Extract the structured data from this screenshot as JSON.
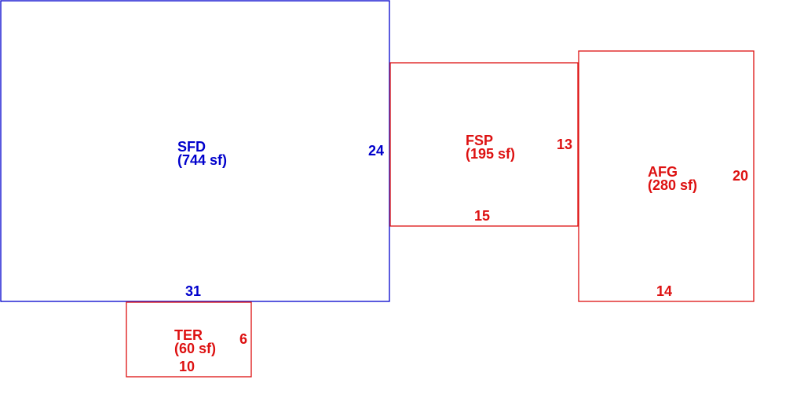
{
  "colors": {
    "primary": "#0000cc",
    "secondary": "#dd1111",
    "background": "#ffffff"
  },
  "areas": [
    {
      "id": "sfd",
      "code": "SFD",
      "area": "(744 sf)",
      "color_role": "primary",
      "dims": [
        "24",
        "31"
      ]
    },
    {
      "id": "fsp",
      "code": "FSP",
      "area": "(195 sf)",
      "color_role": "secondary",
      "dims": [
        "13",
        "15"
      ]
    },
    {
      "id": "afg",
      "code": "AFG",
      "area": "(280 sf)",
      "color_role": "secondary",
      "dims": [
        "20",
        "14"
      ]
    },
    {
      "id": "ter",
      "code": "TER",
      "area": "(60 sf)",
      "color_role": "secondary",
      "dims": [
        "6",
        "10"
      ]
    }
  ]
}
